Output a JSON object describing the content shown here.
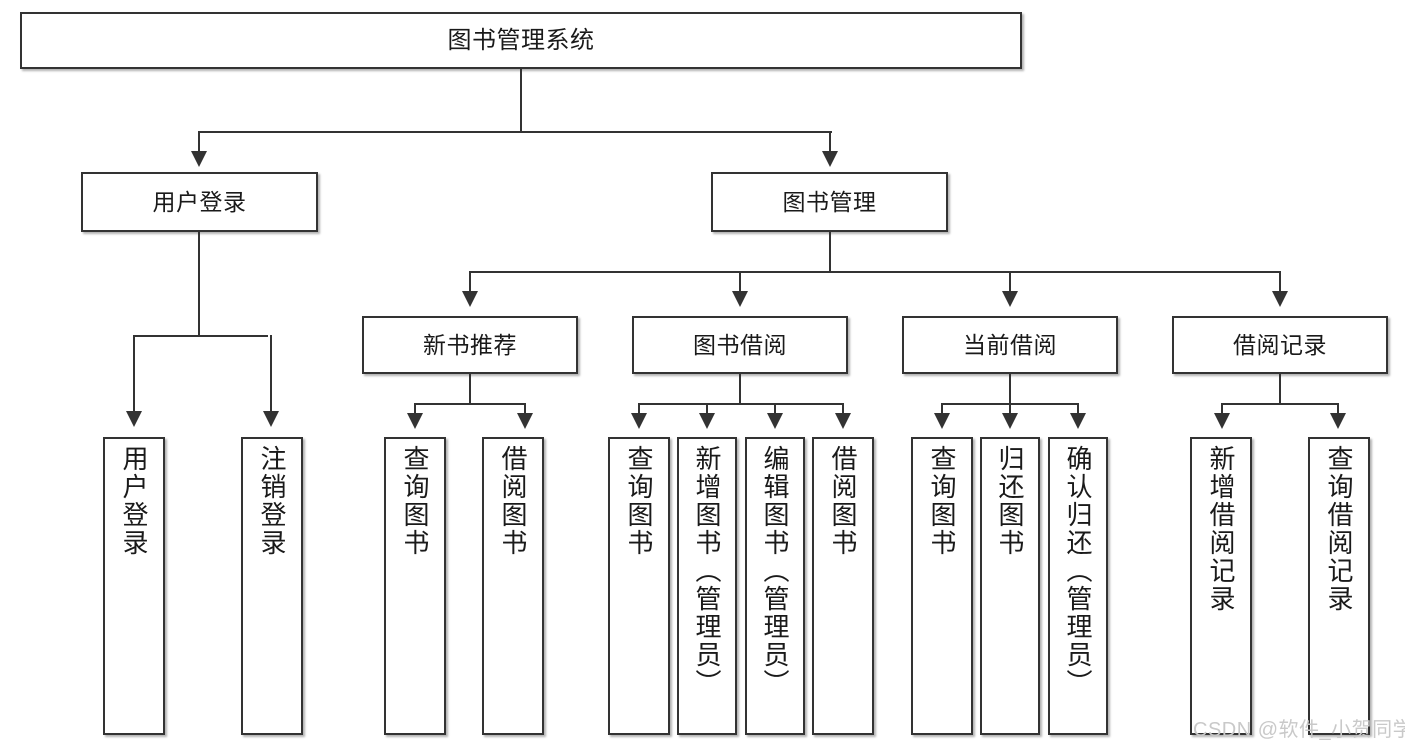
{
  "diagram": {
    "type": "tree-hierarchy-chart",
    "title": "图书管理系统",
    "theme": {
      "background": "#ffffff",
      "box_border": "#333333",
      "box_fill": "#ffffff",
      "connector": "#333333",
      "text": "#1a1a1a",
      "watermark": "#c9c9c9"
    },
    "levels": {
      "root": {
        "label": "图书管理系统"
      },
      "level2": [
        {
          "label": "用户登录"
        },
        {
          "label": "图书管理"
        }
      ],
      "level3": [
        {
          "label": "新书推荐"
        },
        {
          "label": "图书借阅"
        },
        {
          "label": "当前借阅"
        },
        {
          "label": "借阅记录"
        }
      ],
      "leaves": {
        "user_login": [
          {
            "label": "用户登录"
          },
          {
            "label": "注销登录"
          }
        ],
        "new_book_recommend": [
          {
            "label": "查询图书"
          },
          {
            "label": "借阅图书"
          }
        ],
        "book_borrow": [
          {
            "label": "查询图书"
          },
          {
            "label": "新增图书（管理员）"
          },
          {
            "label": "编辑图书（管理员）"
          },
          {
            "label": "借阅图书"
          }
        ],
        "current_borrow": [
          {
            "label": "查询图书"
          },
          {
            "label": "归还图书"
          },
          {
            "label": "确认归还（管理员）"
          }
        ],
        "borrow_record": [
          {
            "label": "新增借阅记录"
          },
          {
            "label": "查询借阅记录"
          }
        ]
      }
    },
    "watermark": "CSDN @软件_小贺同学"
  }
}
